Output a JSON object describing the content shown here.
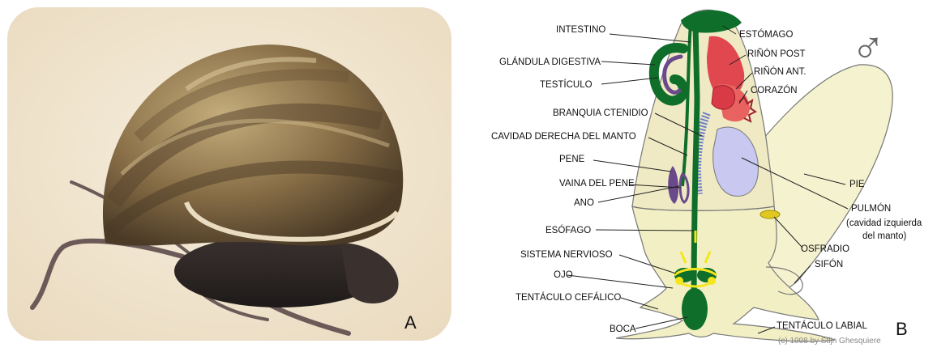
{
  "panels": {
    "a": {
      "letter": "A"
    },
    "b": {
      "letter": "B"
    }
  },
  "diagram": {
    "labels": {
      "intestino": "INTESTINO",
      "estomago": "ESTÓMAGO",
      "rinon_post": "RIÑÓN POST",
      "rinon_ant": "RIÑÓN ANT.",
      "corazon": "CORAZÓN",
      "glandula_digestiva": "GLÁNDULA DIGESTIVA",
      "testiculo": "TESTÍCULO",
      "branquia": "BRANQUIA CTENIDIO",
      "cavidad_derecha": "CAVIDAD DERECHA DEL MANTO",
      "pene": "PENE",
      "vaina_pene": "VAINA DEL PENE",
      "ano": "ANO",
      "pie": "PIE",
      "pulmon": "PULMÓN",
      "pulmon_sub1": "(cavidad izquierda",
      "pulmon_sub2": "del manto)",
      "esofago": "ESÓFAGO",
      "osfradio": "OSFRADIO",
      "sistema_nervioso": "SISTEMA NERVIOSO",
      "sifon": "SIFÓN",
      "ojo": "OJO",
      "tentaculo_cefalico": "TENTÁCULO CEFÁLICO",
      "boca": "BOCA",
      "tentaculo_labial": "TENTÁCULO LABIAL"
    },
    "male_symbol": "♂",
    "credit": "(c) 1998 by Stijn Ghesquiere"
  },
  "colors": {
    "body_fill": "#f2efc4",
    "foot_fill": "#f5f2cf",
    "digestive": "#0e6e2a",
    "gonad": "#6a4a8a",
    "kidney": "#e0474e",
    "lung": "#c8c8f0",
    "gill": "#6f7fc8",
    "nerve": "#f5e61c",
    "shell_dark": "#5a4630",
    "shell_light": "#b59868"
  }
}
